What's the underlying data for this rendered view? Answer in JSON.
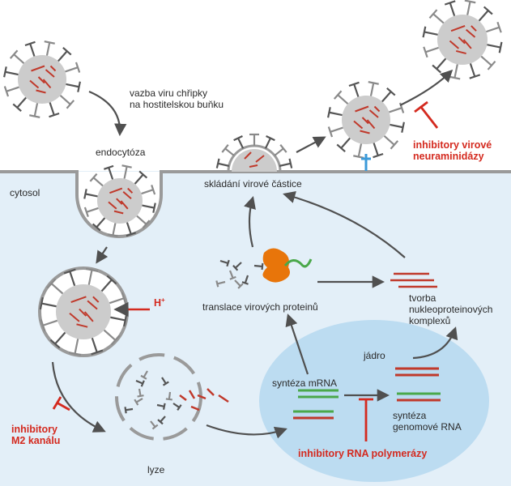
{
  "labels": {
    "binding": "vazba viru chřipky\nna hostitelskou buňku",
    "endocytosis": "endocytóza",
    "cytosol": "cytosol",
    "assembly": "skládání virové částice",
    "translation": "translace virových proteinů",
    "rnp_formation": "tvorba\nnukleoproteinových\nkomplexů",
    "nucleus": "jádro",
    "mrna_synthesis": "syntéza mRNA",
    "genome_synthesis": "syntéza\ngenomové RNA",
    "lysis": "lyze",
    "proton": "H",
    "proton_sup": "+"
  },
  "inhibitors": {
    "neuraminidase": "inhibitory virové\nneuraminidázy",
    "m2": "inhibitory\nM2 kanálu",
    "polymerase": "inhibitory RNA polymerázy"
  },
  "colors": {
    "cytosol_fill": "#e3eff8",
    "nucleus_fill": "#bcdcf1",
    "membrane": "#9a9a9a",
    "virus_body": "#cccccc",
    "spike_dark": "#555555",
    "rna_red": "#c0392b",
    "inhibitor_red": "#d42a1f",
    "mrna_green": "#4aa84a",
    "ribosome_orange": "#e8750a",
    "receptor_blue": "#3b9ad9",
    "arrow": "#505050"
  }
}
